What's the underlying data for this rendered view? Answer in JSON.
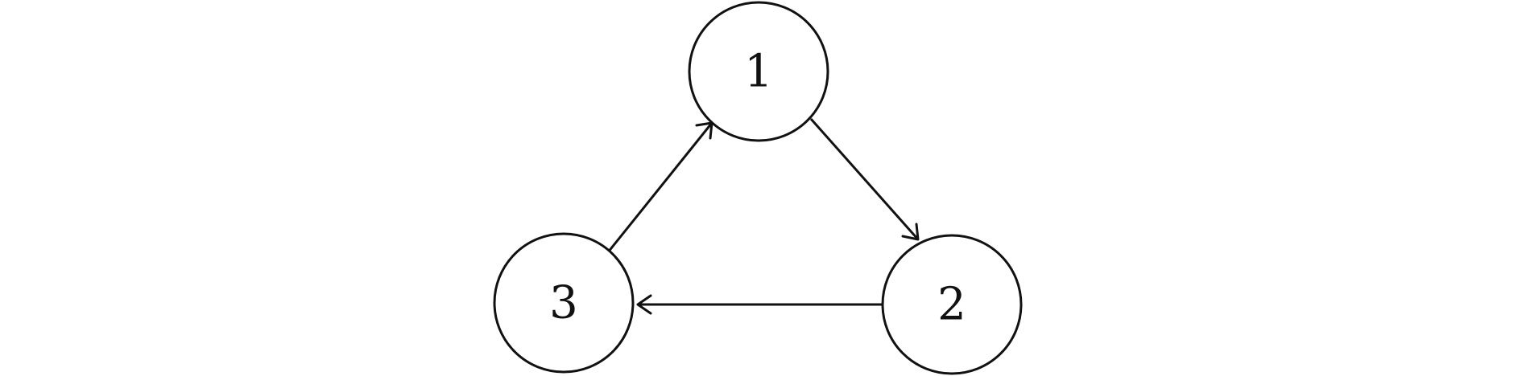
{
  "diagram": {
    "type": "directed-graph",
    "nodes": [
      {
        "id": "n1",
        "label": "1"
      },
      {
        "id": "n2",
        "label": "2"
      },
      {
        "id": "n3",
        "label": "3"
      }
    ],
    "edges": [
      {
        "from": "n1",
        "to": "n2"
      },
      {
        "from": "n2",
        "to": "n3"
      },
      {
        "from": "n3",
        "to": "n1"
      }
    ]
  }
}
